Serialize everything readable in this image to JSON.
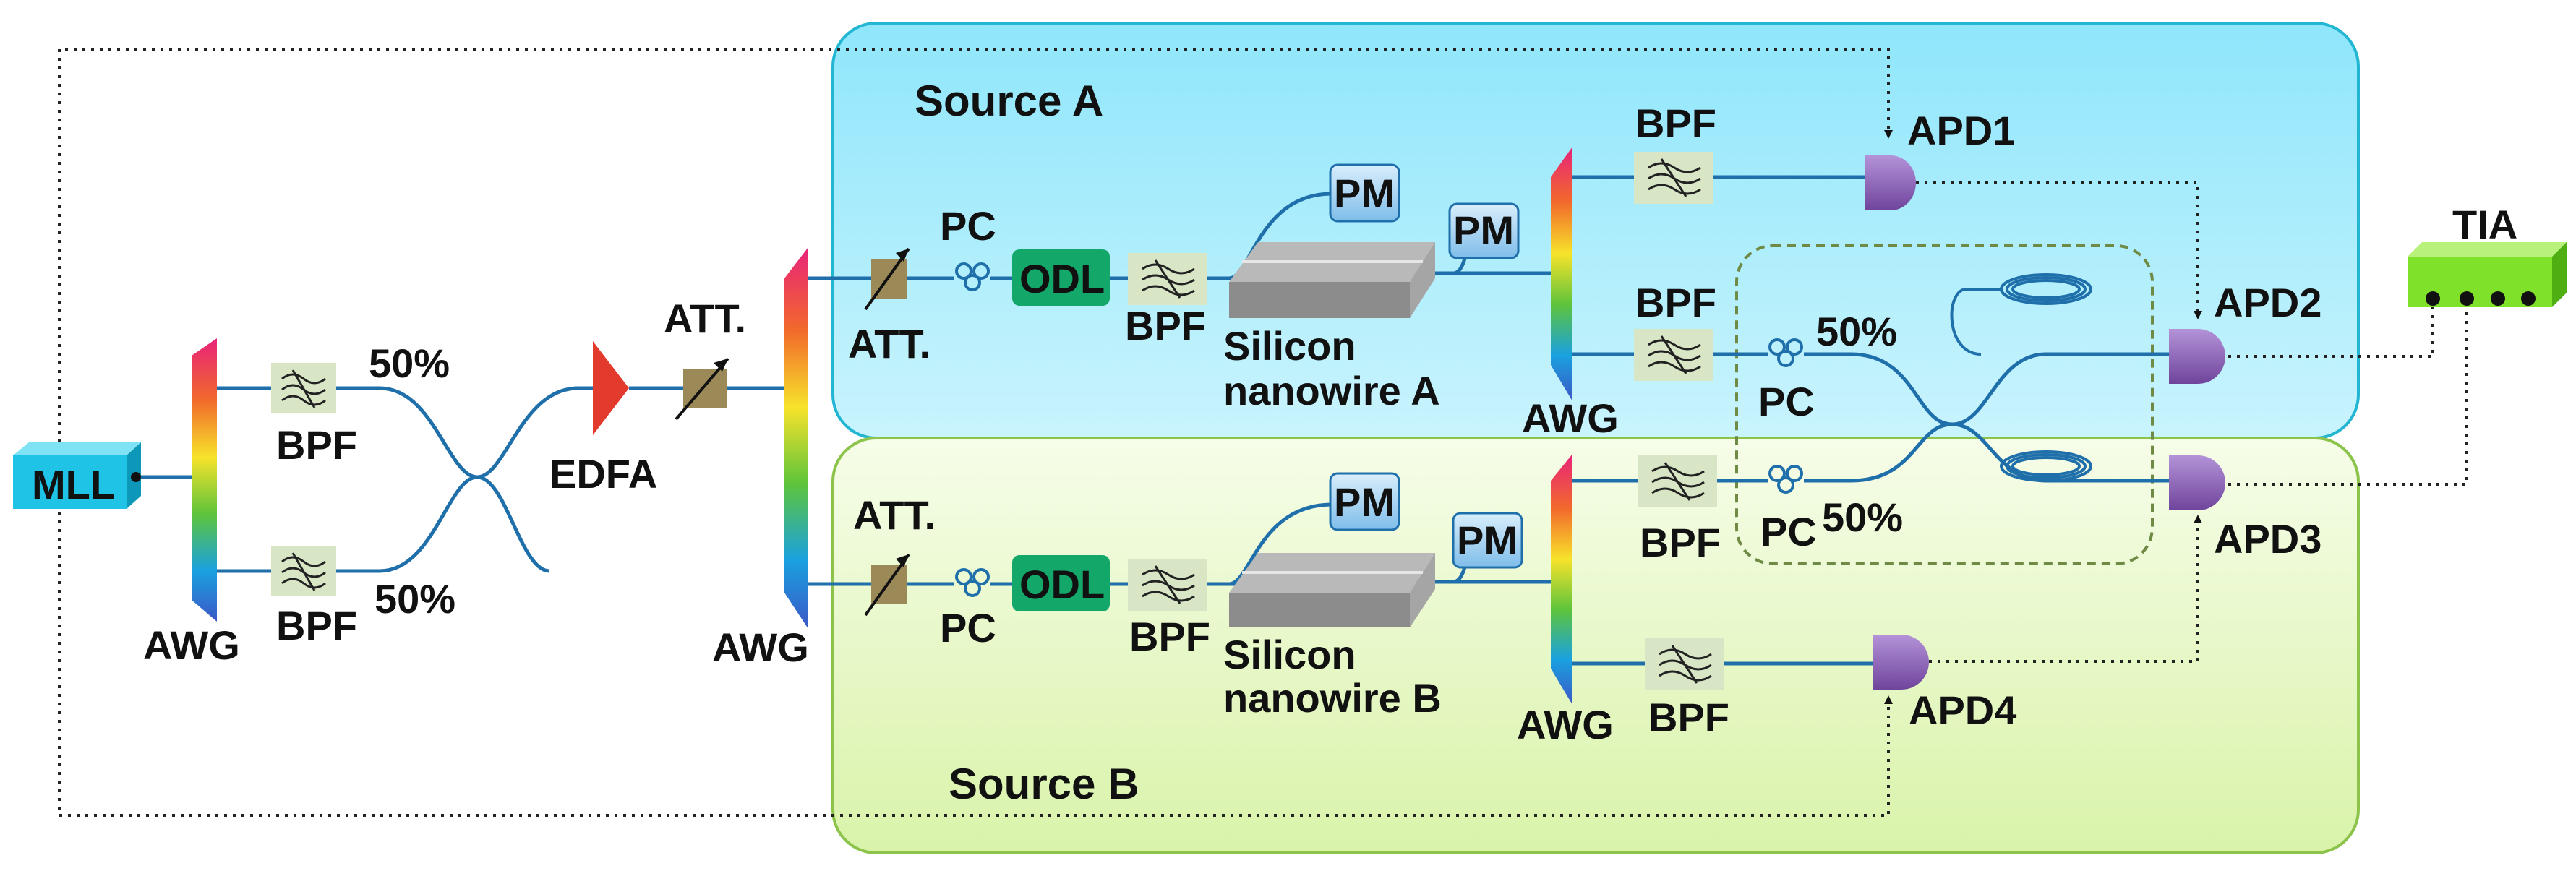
{
  "colors": {
    "region_a_fill": "#aeeffc",
    "region_a_stroke": "#23b6d3",
    "region_b_fill": "#eaf9cf",
    "region_b_stroke": "#8cc34a",
    "fiber": "#1f6faa",
    "dotted_signal": "#222222",
    "bpf_fill": "#d8e6c6",
    "att_fill": "#9b8a58",
    "odl_fill": "#13a86a",
    "pm_fill": "#9fd2f5",
    "apd_fill": "#9066b8",
    "edfa_fill": "#e23b2d",
    "tia_fill": "#7fe12a",
    "mll_fill": "#1ec3e6",
    "coupler_box_stroke": "#6f8a45"
  },
  "regions": {
    "source_a": "Source A",
    "source_b": "Source B"
  },
  "left": {
    "mll": "MLL",
    "awg": "AWG",
    "bpf_top": "BPF",
    "bpf_bottom": "BPF",
    "split_top": "50%",
    "split_bottom": "50%",
    "edfa": "EDFA",
    "att": "ATT.",
    "awg2": "AWG"
  },
  "source_a": {
    "att": "ATT.",
    "pc": "PC",
    "odl": "ODL",
    "bpf": "BPF",
    "pm1": "PM",
    "pm2": "PM",
    "nanowire_line1": "Silicon",
    "nanowire_line2": "nanowire A",
    "awg": "AWG",
    "bpf_out1": "BPF",
    "bpf_out2": "BPF",
    "apd1": "APD1",
    "apd2": "APD2"
  },
  "source_b": {
    "att": "ATT.",
    "pc": "PC",
    "odl": "ODL",
    "bpf": "BPF",
    "pm1": "PM",
    "pm2": "PM",
    "nanowire_line1": "Silicon",
    "nanowire_line2": "nanowire B",
    "awg": "AWG",
    "bpf_out1": "BPF",
    "bpf_out2": "BPF",
    "apd3": "APD3",
    "apd4": "APD4"
  },
  "coupler": {
    "pc_top": "PC",
    "pc_bottom": "PC",
    "split_top": "50%",
    "split_bottom": "50%"
  },
  "tia": "TIA"
}
